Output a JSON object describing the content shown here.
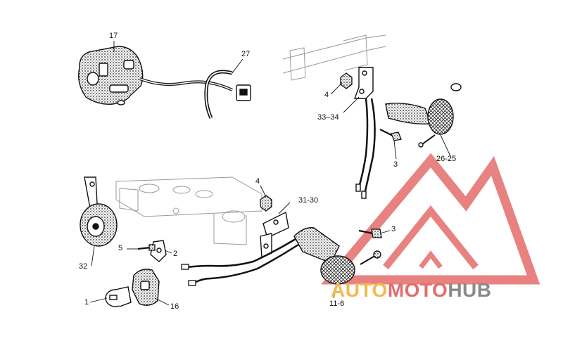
{
  "callouts": {
    "c17": "17",
    "c27": "27",
    "c4a": "4",
    "c3334": "33–34",
    "c3a": "3",
    "c2625": "26-25",
    "c4b": "4",
    "c3130": "31-30",
    "c3b": "3",
    "c5": "5",
    "c2": "2",
    "c32": "32",
    "c1": "1",
    "c16": "16",
    "c116": "11-6"
  },
  "watermark": {
    "part1": "AUTO",
    "part2": "MOTO",
    "part3": "HUB",
    "colors": {
      "auto": "#f2b94f",
      "moto": "#e36d6b",
      "hub": "#8a8a8a",
      "logo": "#e36d6b"
    }
  }
}
